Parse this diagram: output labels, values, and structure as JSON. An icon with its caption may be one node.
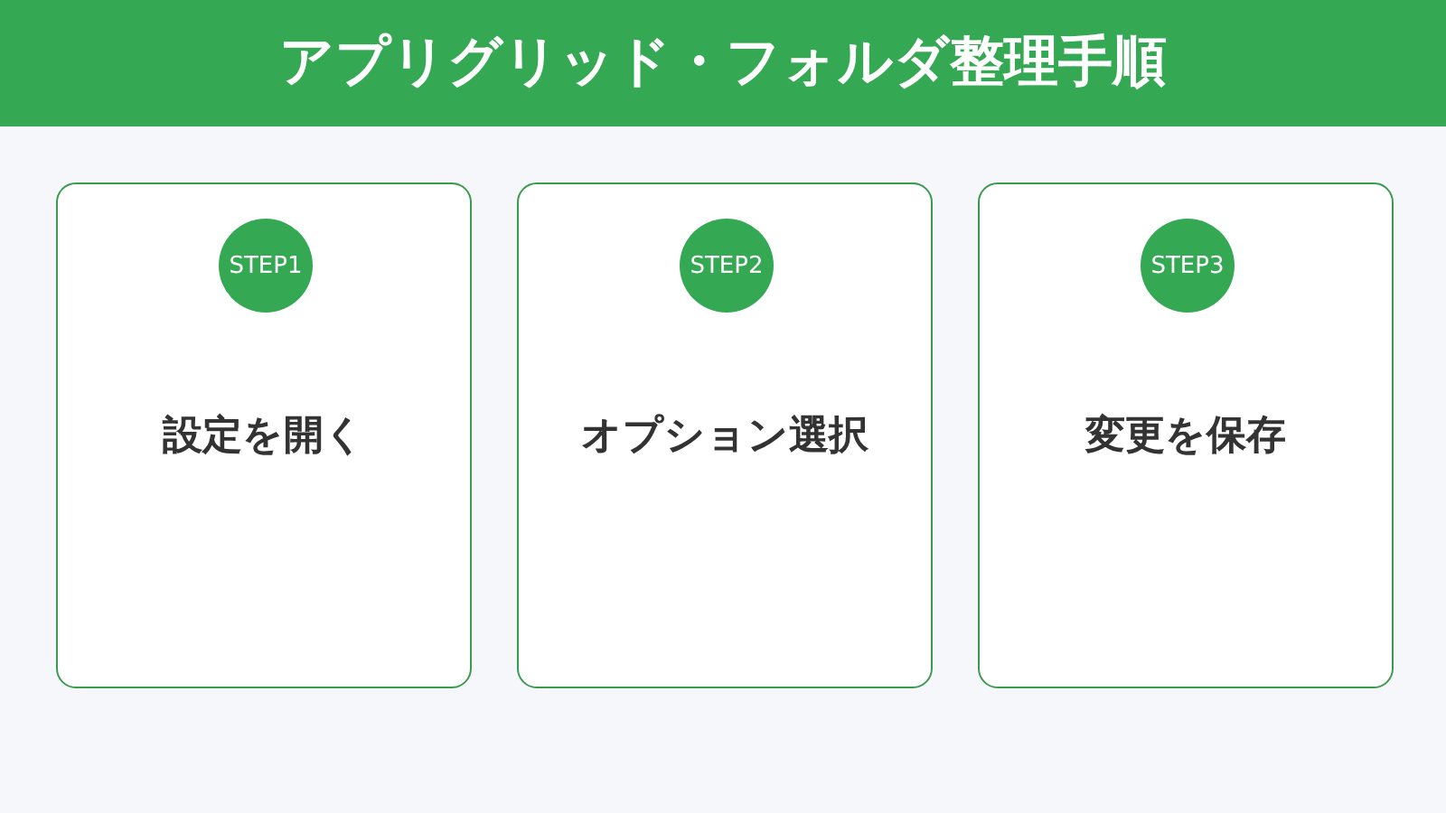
{
  "diagram": {
    "title": "アプリグリッド・フォルダ整理手順",
    "nodes": [
      {
        "text": [
          "設定を開く"
        ]
      },
      {
        "text": [
          "STEP1"
        ],
        "in": 0
      },
      {
        "text": [
          "オプション選択"
        ]
      },
      {
        "text": [
          "STEP2"
        ],
        "in": 2
      },
      {
        "text": [
          "変更を保存"
        ]
      },
      {
        "text": [
          "STEP3"
        ],
        "in": 4
      }
    ]
  }
}
